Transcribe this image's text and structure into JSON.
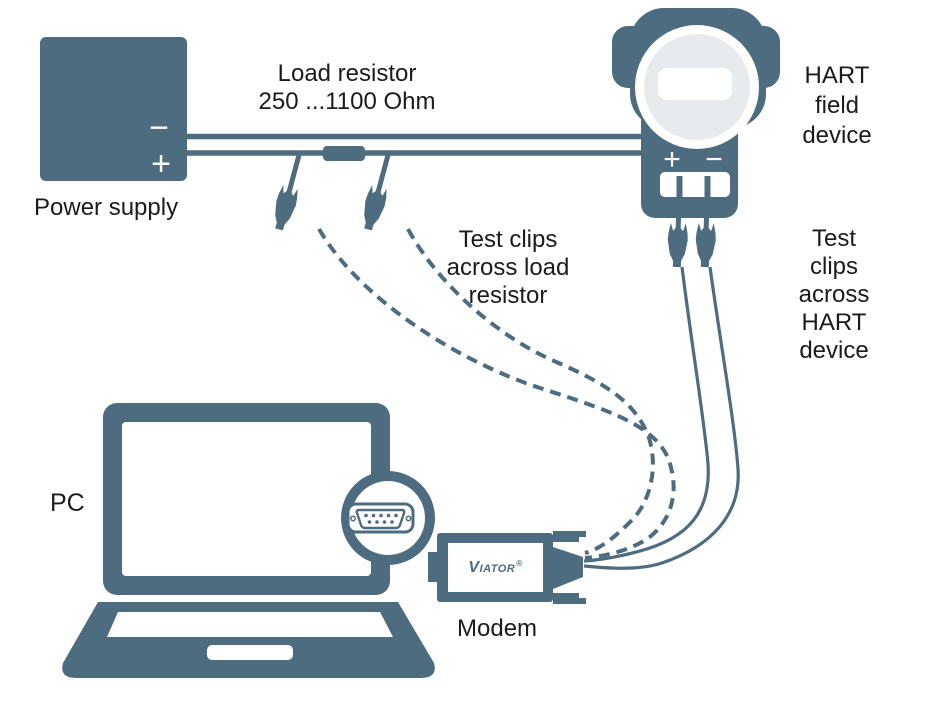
{
  "colors": {
    "slate": "#4e6c80",
    "device_face": "#e7ebed",
    "text": "#1b1b1b",
    "background": "#ffffff"
  },
  "labels": {
    "power_supply": "Power supply",
    "load_resistor": "Load resistor\n250 ...1100 Ohm",
    "hart_field_device": "HART\nfield\ndevice",
    "test_clips_load": "Test clips\nacross load\nresistor",
    "test_clips_hart": "Test clips\nacross\nHART device",
    "pc": "PC",
    "modem": "Modem"
  },
  "terminals": {
    "power_supply_minus": "−",
    "power_supply_plus": "+",
    "hart_plus": "+",
    "hart_minus": "−"
  },
  "modem_brand": {
    "name": "Viator",
    "mark": "®"
  }
}
